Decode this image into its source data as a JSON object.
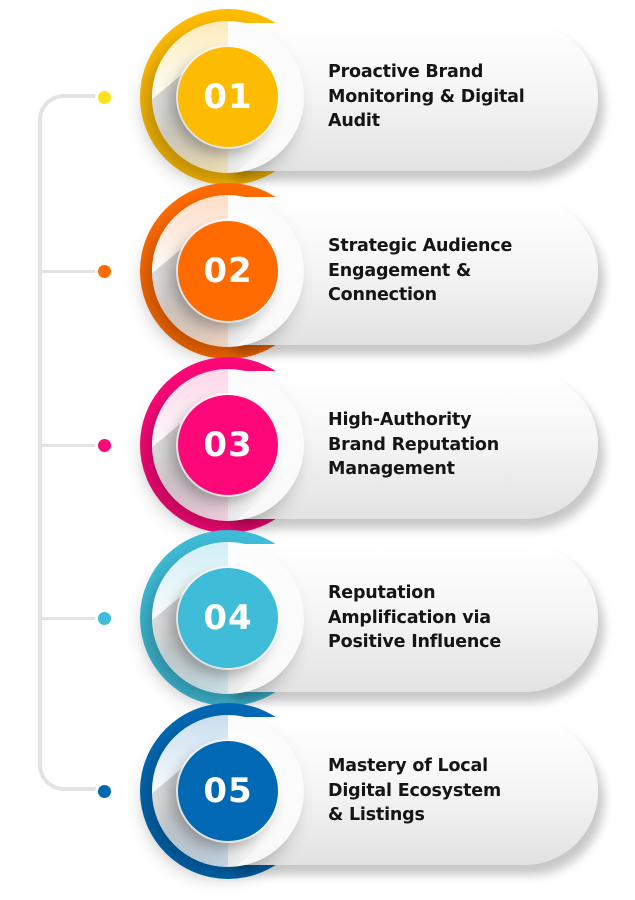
{
  "diagram": {
    "type": "numbered-steps",
    "steps": [
      {
        "number": "01",
        "lines": [
          "Proactive Brand",
          "Monitoring & Digital",
          "Audit"
        ],
        "color": "#FDBB02",
        "light": "#FDE9B0",
        "dot": "#FBE21A"
      },
      {
        "number": "02",
        "lines": [
          "Strategic Audience",
          "Engagement &",
          "Connection"
        ],
        "color": "#FF6B00",
        "light": "#FFD8BD",
        "dot": "#FF6B00"
      },
      {
        "number": "03",
        "lines": [
          "High-Authority",
          "Brand Reputation",
          "Management"
        ],
        "color": "#FE0879",
        "light": "#FFD0E5",
        "dot": "#FE0879"
      },
      {
        "number": "04",
        "lines": [
          "Reputation",
          "Amplification via",
          "Positive Influence"
        ],
        "color": "#3FBCD8",
        "light": "#C9ECF5",
        "dot": "#3FBCD8"
      },
      {
        "number": "05",
        "lines": [
          "Mastery of Local",
          "Digital Ecosystem",
          "& Listings"
        ],
        "color": "#0168B3",
        "light": "#BFD9EE",
        "dot": "#0168B3"
      }
    ],
    "rail_color": "#E3E3E3"
  }
}
